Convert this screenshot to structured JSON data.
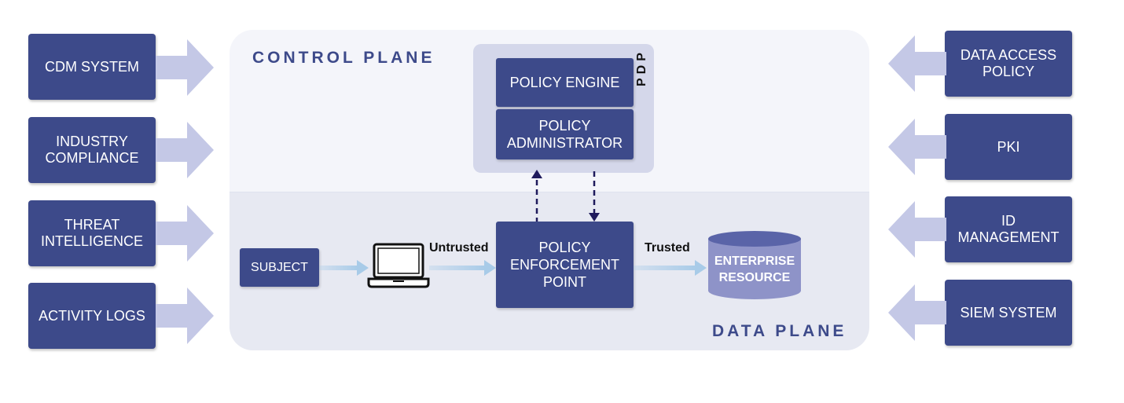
{
  "sources": [
    {
      "label": "CDM SYSTEM"
    },
    {
      "label": "INDUSTRY\nCOMPLIANCE"
    },
    {
      "label": "THREAT\nINTELLIGENCE"
    },
    {
      "label": "ACTIVITY LOGS"
    }
  ],
  "targets": [
    {
      "label": "DATA  ACCESS\nPOLICY"
    },
    {
      "label": "PKI"
    },
    {
      "label": "ID\nMANAGEMENT"
    },
    {
      "label": "SIEM SYSTEM"
    }
  ],
  "control_plane": {
    "label": "CONTROL PLANE"
  },
  "data_plane": {
    "label": "DATA PLANE"
  },
  "pdp": {
    "label": "PDP",
    "policy_engine": "POLICY ENGINE",
    "policy_administrator": "POLICY\nADMINISTRATOR"
  },
  "pep": {
    "label": "POLICY\nENFORCEMENT\nPOINT"
  },
  "subject": {
    "label": "SUBJECT"
  },
  "flow": {
    "untrusted": "Untrusted",
    "trusted": "Trusted"
  },
  "resource": {
    "label": "ENTERPRISE\nRESOURCE"
  },
  "colors": {
    "box": "#3d4a8a",
    "arrow": "#c4c8e6",
    "flow_arrow": "#a8cbe8",
    "control_plane_bg": "#f4f5fa",
    "data_plane_bg": "#e7e9f2",
    "pdp_bg": "#d4d7ea",
    "dashed": "#1f1a5c"
  }
}
